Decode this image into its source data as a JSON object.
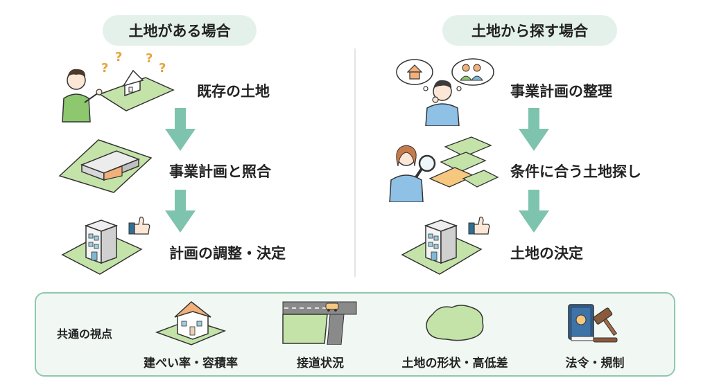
{
  "left": {
    "title": "土地がある場合",
    "steps": [
      "既存の土地",
      "事業計画と照合",
      "計画の調整・決定"
    ]
  },
  "right": {
    "title": "土地から探す場合",
    "steps": [
      "事業計画の整理",
      "条件に合う土地探し",
      "土地の決定"
    ]
  },
  "question_marks": [
    "?",
    "?",
    "?",
    "?"
  ],
  "common": {
    "label": "共通の視点",
    "factors": [
      "建ぺい率・容積率",
      "接道状況",
      "土地の形状・高低差",
      "法令・規制"
    ]
  },
  "colors": {
    "pill_bg": "#e3f1ea",
    "arrow": "#7ec3ad",
    "land_green": "#c4e3a9",
    "land_orange": "#f6c77f",
    "panel_border": "#8fc7ad",
    "panel_bg": "#f1f8f4"
  },
  "icons": [
    "question-person-icon",
    "thinking-person-icon",
    "magnifier-person-icon",
    "building-icon",
    "thumbs-up-icon",
    "house-icon",
    "road-icon",
    "land-shape-icon",
    "law-book-gavel-icon"
  ]
}
